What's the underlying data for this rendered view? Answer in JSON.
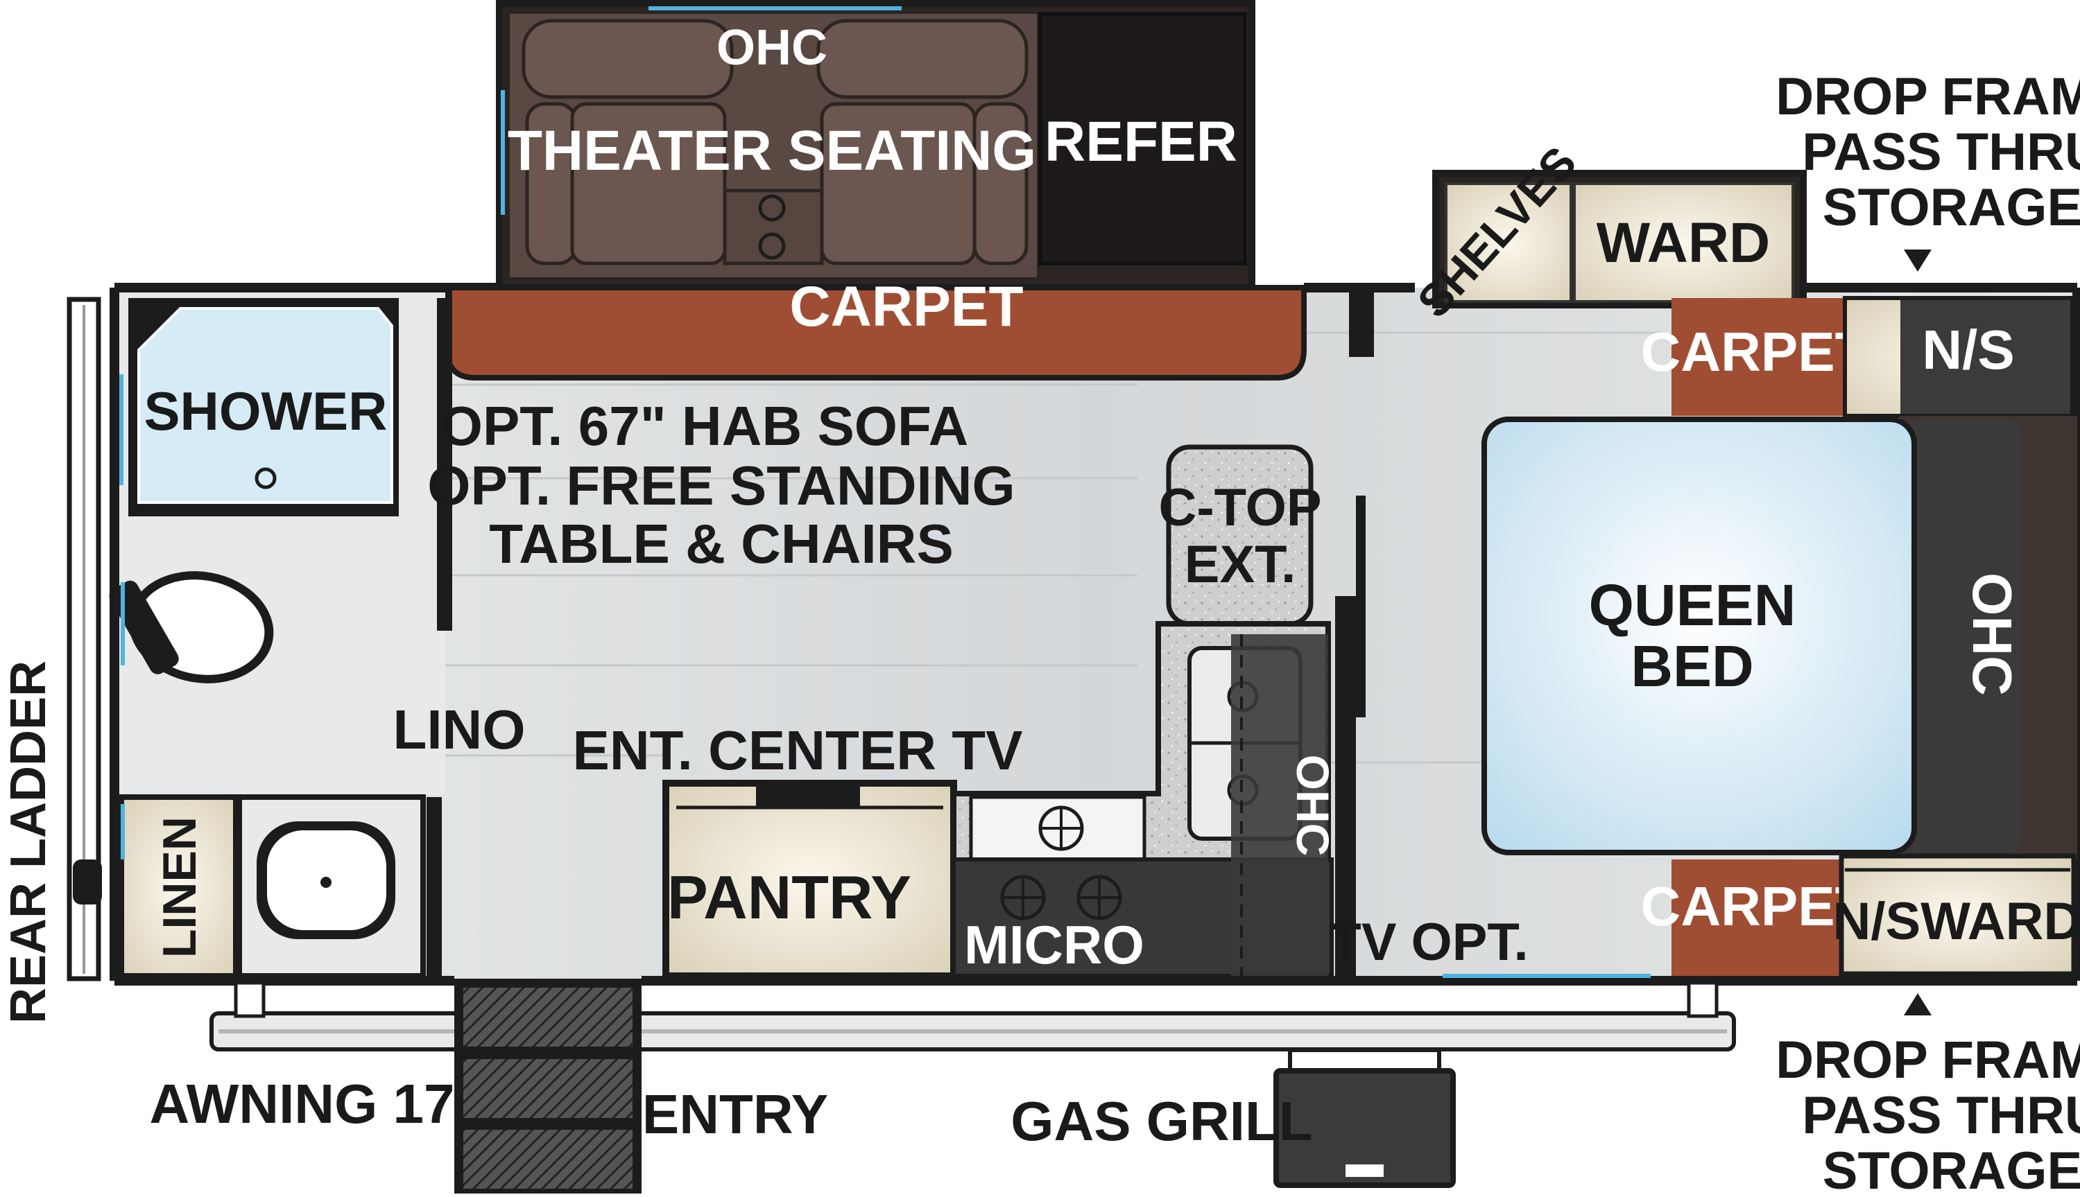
{
  "labels": {
    "ohc_slide": "OHC",
    "theater_seating": "THEATER SEATING",
    "refer": "REFER",
    "carpet_slide": "CARPET",
    "shelves": "SHELVES",
    "ward": "WARD",
    "drop_frame_top": [
      "DROP FRAME",
      "PASS THRU",
      "STORAGE"
    ],
    "shower": "SHOWER",
    "sofa_opt": [
      "OPT. 67\" HAB SOFA",
      "OPT. FREE STANDING",
      "TABLE & CHAIRS"
    ],
    "ctop_ext": [
      "C-TOP",
      "EXT."
    ],
    "carpet_ns": "CARPET",
    "ns": "N/S",
    "queen_bed": [
      "QUEEN",
      "BED"
    ],
    "ohc_bed": "OHC",
    "lino": "LINO",
    "ent_center_tv": "ENT. CENTER TV",
    "ohc_kitchen": "OHC",
    "linen": "LINEN",
    "pantry": "PANTRY",
    "micro": "MICRO",
    "tv_opt": "TV OPT.",
    "carpet_nsward": "CARPET",
    "nsward": "N/SWARD",
    "rear_ladder": "REAR LADDER",
    "awning": "AWNING 17'",
    "entry": "ENTRY",
    "gas_grill": "GAS GRILL",
    "drop_frame_bottom": [
      "DROP FRAME",
      "PASS THRU",
      "STORAGE"
    ]
  },
  "colors": {
    "wall": "#1c1c1c",
    "floor": "#dcdedf",
    "carpet": "#a04e33",
    "dark_wood": "#3e3430",
    "refer": "#1e1a19",
    "cabinet_cream": "#efe8d6",
    "shower_blue": "#cfe6f3",
    "countertop": "#c9c9c9",
    "ohc_dark": "#3a3a3a",
    "window_blue": "#4fb3e0"
  }
}
